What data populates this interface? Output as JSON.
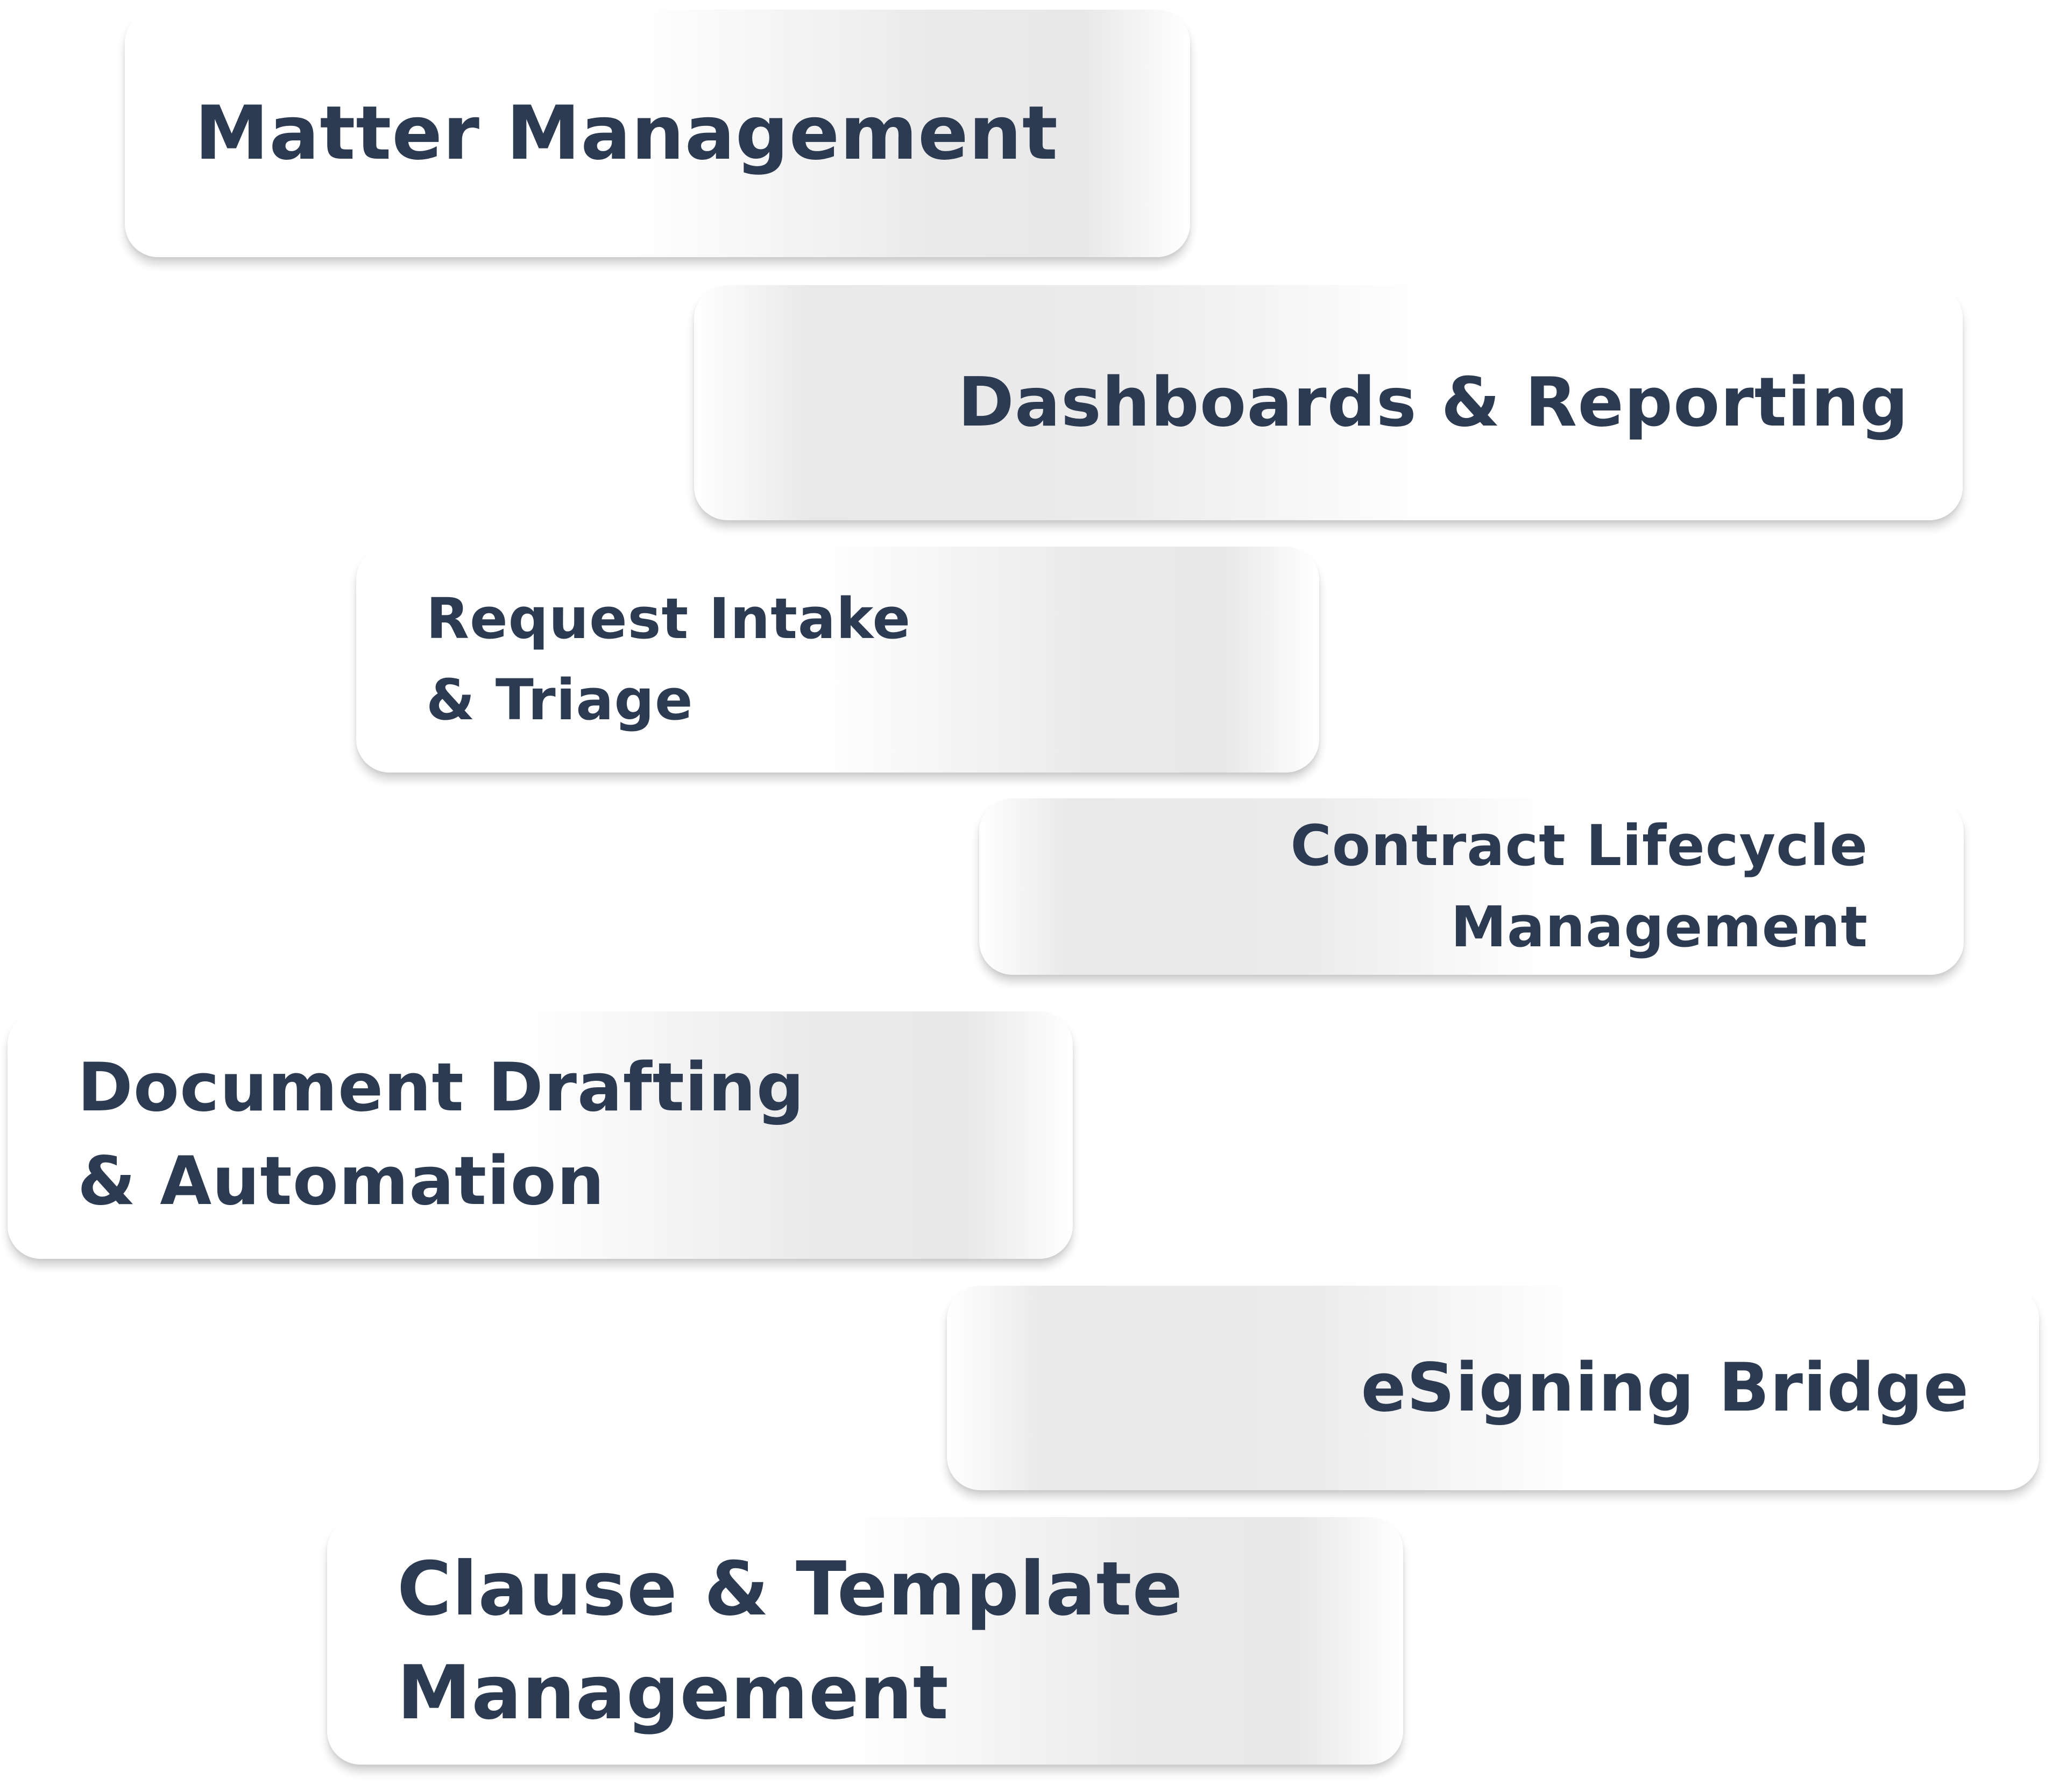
{
  "cards": [
    {
      "id": "matter",
      "lines": [
        "Matter Management"
      ]
    },
    {
      "id": "dashboards",
      "lines": [
        "Dashboards & Reporting"
      ]
    },
    {
      "id": "intake",
      "lines": [
        "Request Intake",
        "& Triage"
      ]
    },
    {
      "id": "clm",
      "lines": [
        "Contract Lifecycle",
        "Management"
      ]
    },
    {
      "id": "drafting",
      "lines": [
        "Document Drafting",
        "& Automation"
      ]
    },
    {
      "id": "esigning",
      "lines": [
        "eSigning Bridge"
      ]
    },
    {
      "id": "clause",
      "lines": [
        "Clause & Template",
        "Management"
      ]
    }
  ],
  "colors": {
    "text": "#2c3a52",
    "card_white": "#ffffff",
    "card_grey": "#e9e9e9"
  }
}
